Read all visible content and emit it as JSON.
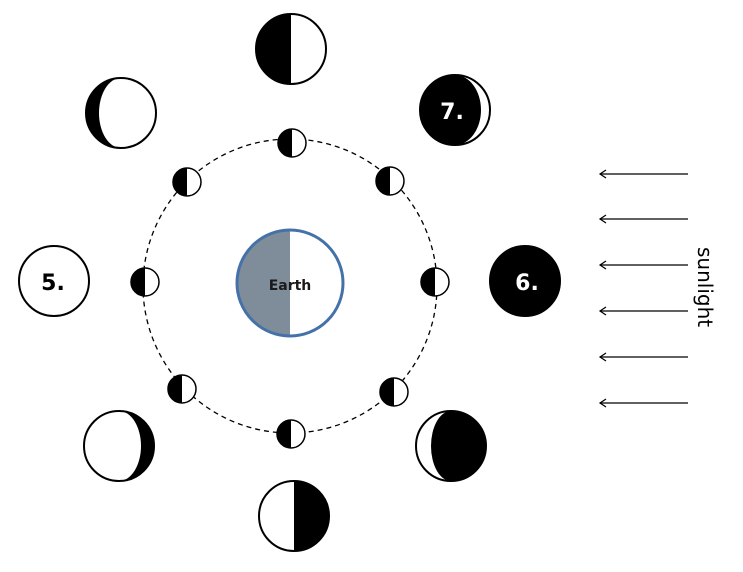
{
  "earth": {
    "label": "Earth",
    "night_color": "#7f8c99",
    "outline_color": "#4472a8"
  },
  "sunlight": {
    "label": "sunlight",
    "direction": "from-right",
    "arrow_count": 6
  },
  "phase_labels": {
    "left": "5.",
    "right": "6.",
    "top_right": "7."
  },
  "colors": {
    "dark": "#000000",
    "lit": "#ffffff"
  }
}
